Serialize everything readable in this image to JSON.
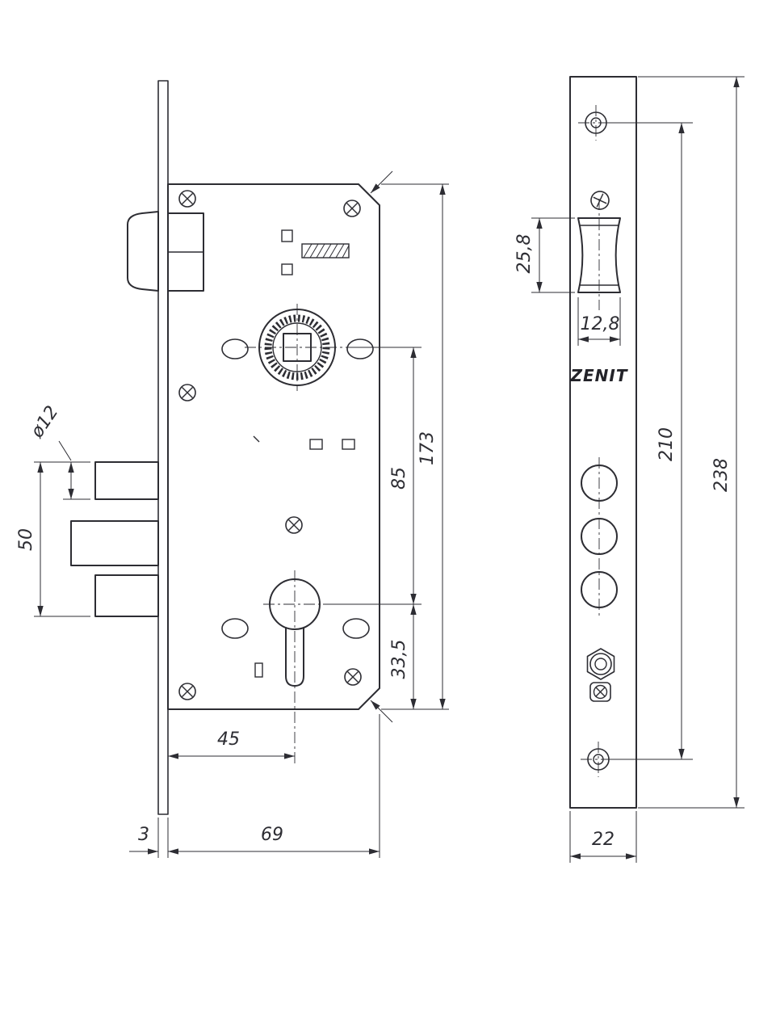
{
  "brand": "ZENIT",
  "line_color": "#2d2d33",
  "dimensions": {
    "pin_diameter": "ø12",
    "bolt_span": "50",
    "case_height": "173",
    "hub_to_cylinder": "85",
    "cylinder_to_edge": "33,5",
    "backset": "45",
    "plate_thickness": "3",
    "case_depth": "69",
    "latch_opening_height": "25,8",
    "latch_opening_width": "12,8",
    "fixing_centres": "210",
    "faceplate_length": "238",
    "faceplate_width": "22"
  }
}
